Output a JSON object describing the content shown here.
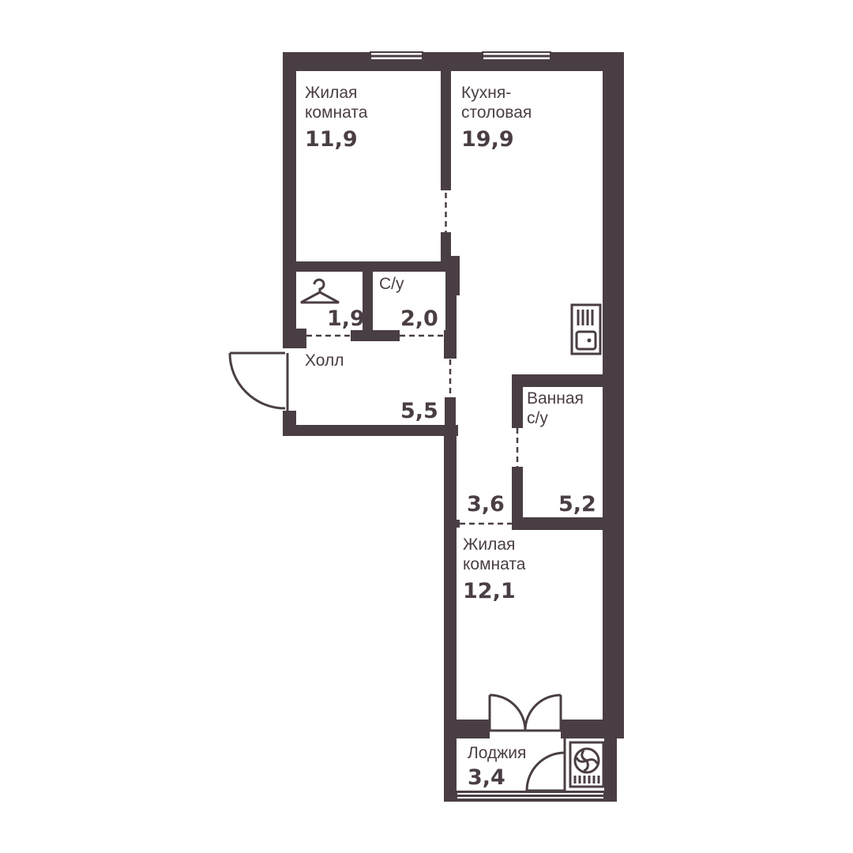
{
  "rooms": {
    "living1": {
      "name_line1": "Жилая",
      "name_line2": "комната",
      "area": "11,9"
    },
    "kitchen": {
      "name_line1": "Кухня-",
      "name_line2": "столовая",
      "area": "19,9"
    },
    "wardrobe": {
      "area": "1,9",
      "icon": "hanger-icon"
    },
    "wc": {
      "name": "С/у",
      "area": "2,0"
    },
    "hall": {
      "name": "Холл",
      "area": "5,5"
    },
    "corridor": {
      "area": "3,6"
    },
    "bathroom": {
      "name_line1": "Ванная",
      "name_line2": "с/у",
      "area": "5,2"
    },
    "living2": {
      "name_line1": "Жилая",
      "name_line2": "комната",
      "area": "12,1"
    },
    "loggia": {
      "name": "Лоджия",
      "area": "3,4"
    }
  },
  "icons": [
    "hanger-icon",
    "sink-icon",
    "fan-icon",
    "entrance-door-icon",
    "balcony-door-icon"
  ],
  "colors": {
    "wall": "#4a3e45",
    "background": "#ffffff"
  }
}
